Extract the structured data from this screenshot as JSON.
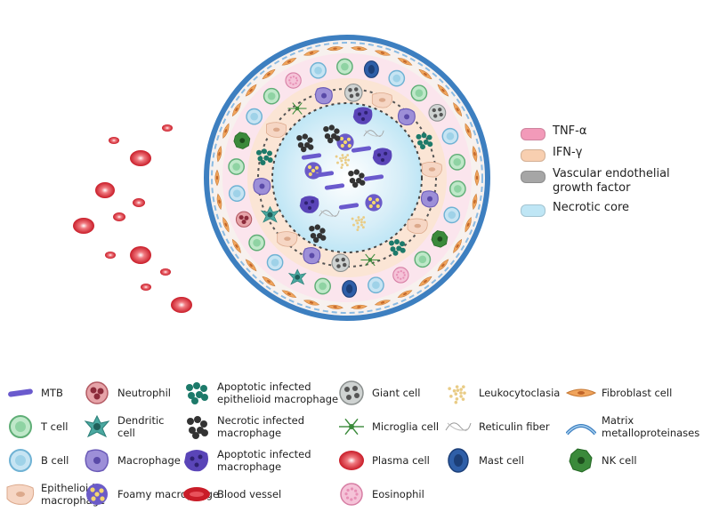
{
  "key": {
    "items": [
      {
        "label": "TNF-α",
        "color": "#f29ab9"
      },
      {
        "label": "IFN-γ",
        "color": "#f8cfb0"
      },
      {
        "label": "Vascular endothelial\ngrowth factor",
        "color": "#a6a6a6"
      },
      {
        "label": "Necrotic core",
        "color": "#bfe6f5"
      }
    ]
  },
  "legend": {
    "items": [
      {
        "id": "mtb",
        "label": "MTB",
        "icon": "mtb-icon"
      },
      {
        "id": "neutrophil",
        "label": "Neutrophil",
        "icon": "neutrophil-icon"
      },
      {
        "id": "apoptotic-epithelioid",
        "label": "Apoptotic infected\nepithelioid macrophage",
        "icon": "apoptotic-epithelioid-icon"
      },
      {
        "id": "giant",
        "label": "Giant cell",
        "icon": "giant-cell-icon"
      },
      {
        "id": "leukocytoclasia",
        "label": "Leukocytoclasia",
        "icon": "leukocytoclasia-icon"
      },
      {
        "id": "fibroblast",
        "label": "Fibroblast cell",
        "icon": "fibroblast-icon"
      },
      {
        "id": "tcell",
        "label": "T cell",
        "icon": "t-cell-icon"
      },
      {
        "id": "dendritic",
        "label": "Dendritic\ncell",
        "icon": "dendritic-cell-icon"
      },
      {
        "id": "necrotic",
        "label": "Necrotic infected\nmacrophage",
        "icon": "necrotic-macrophage-icon"
      },
      {
        "id": "microglia",
        "label": "Microglia cell",
        "icon": "microglia-icon"
      },
      {
        "id": "reticulin",
        "label": "Reticulin fiber",
        "icon": "reticulin-fiber-icon"
      },
      {
        "id": "mmp",
        "label": "Matrix\nmetalloproteinases",
        "icon": "mmp-icon"
      },
      {
        "id": "bcell",
        "label": "B cell",
        "icon": "b-cell-icon"
      },
      {
        "id": "macrophage",
        "label": "Macrophage",
        "icon": "macrophage-icon"
      },
      {
        "id": "apoptotic",
        "label": "Apoptotic infected\nmacrophage",
        "icon": "apoptotic-macrophage-icon"
      },
      {
        "id": "plasma",
        "label": "Plasma cell",
        "icon": "plasma-cell-icon"
      },
      {
        "id": "mast",
        "label": "Mast cell",
        "icon": "mast-cell-icon"
      },
      {
        "id": "nk",
        "label": "NK cell",
        "icon": "nk-cell-icon"
      },
      {
        "id": "epithelioid",
        "label": "Epithelioid\nmacrophage",
        "icon": "epithelioid-icon"
      },
      {
        "id": "foamy",
        "label": "Foamy macrophage",
        "icon": "foamy-macrophage-icon"
      },
      {
        "id": "bloodvessel",
        "label": "Blood vessel",
        "icon": "blood-vessel-icon"
      },
      {
        "id": "eosinophil",
        "label": "Eosinophil",
        "icon": "eosinophil-icon"
      }
    ]
  },
  "colors": {
    "tnf": "#f29ab9",
    "ifn": "#f8cfb0",
    "vegf": "#a6a6a6",
    "necrotic": "#bfe6f5",
    "capsule": "#3d7fc0",
    "rbc": "#d8242f",
    "tcell": "#8fd3a3",
    "bcell": "#9fd2e8",
    "macrophage": "#7d6bc6",
    "fibroblast": "#f0a45c"
  }
}
